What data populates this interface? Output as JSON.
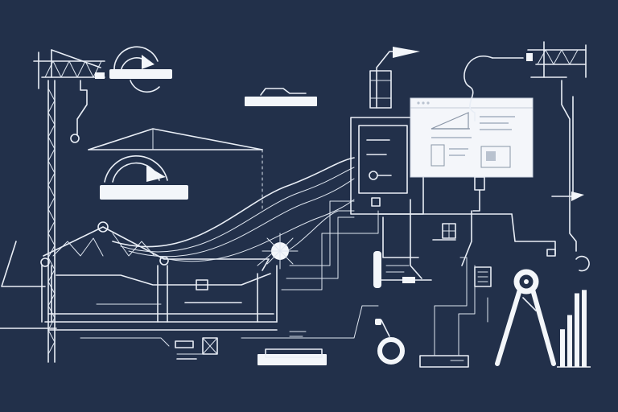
{
  "scene": {
    "background": "#22304a",
    "line_color": "#e9eef6",
    "panel_color": "#f4f6fa",
    "icons": [
      "tower-crane-icon",
      "surveillance-camera-icon",
      "sensor-pod-icon",
      "control-cabinet-icon",
      "monitor-window-icon",
      "cable-hook-icon",
      "wrench-icon",
      "bar-chart-icon",
      "pipe-valve-icon",
      "sun-flare-icon"
    ]
  },
  "bar_chart": {
    "values": [
      0.45,
      0.62,
      0.88,
      0.92
    ]
  }
}
